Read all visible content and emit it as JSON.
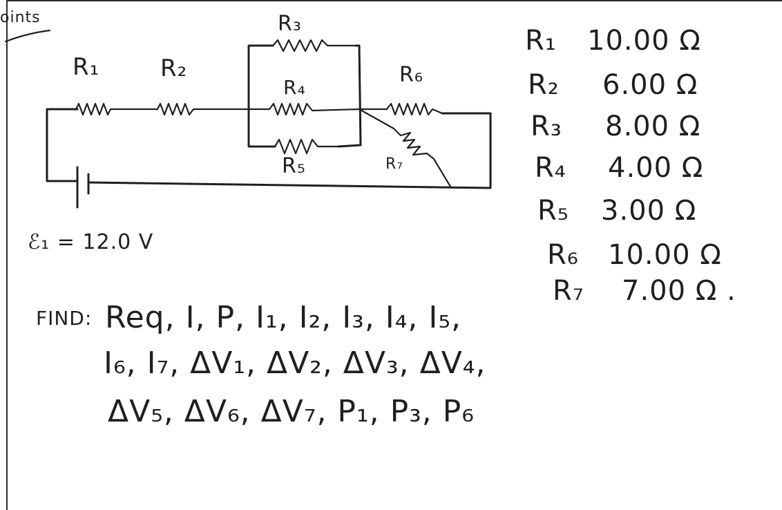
{
  "header": {
    "corner_label": "oints"
  },
  "circuit": {
    "labels": {
      "R1": "R₁",
      "R2": "R₂",
      "R3": "R₃",
      "R4": "R₄",
      "R5": "R₅",
      "R6": "R₆",
      "R7": "R₇"
    },
    "emf": "ℰ₁ = 12.0 V"
  },
  "values": [
    {
      "name": "R₁",
      "value": "10.00 Ω"
    },
    {
      "name": "R₂",
      "value": "6.00 Ω"
    },
    {
      "name": "R₃",
      "value": "8.00 Ω"
    },
    {
      "name": "R₄",
      "value": "4.00 Ω"
    },
    {
      "name": "R₅",
      "value": "3.00 Ω"
    },
    {
      "name": "R₆",
      "value": "10.00 Ω"
    },
    {
      "name": "R₇",
      "value": "7.00 Ω ."
    }
  ],
  "find": {
    "label": "FIND:",
    "lines": [
      "Req, I, P, I₁, I₂, I₃, I₄, I₅,",
      "I₆, I₇, ΔV₁, ΔV₂, ΔV₃, ΔV₄,",
      "ΔV₅, ΔV₆, ΔV₇, P₁, P₃, P₆"
    ]
  }
}
